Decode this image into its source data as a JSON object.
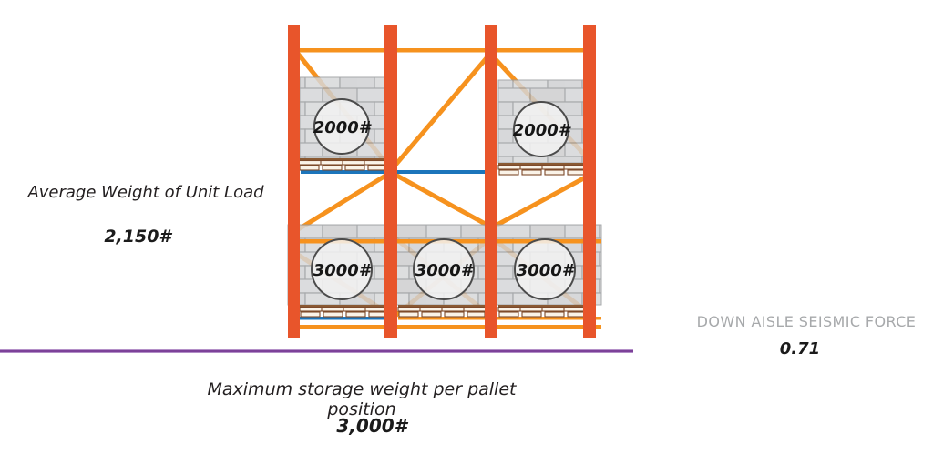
{
  "left_annotation": {
    "label": "Average Weight of Unit Load",
    "value": "2,150#"
  },
  "right_annotation": {
    "label": "DOWN AISLE SEISMIC FORCE",
    "value": "0.71"
  },
  "bottom_annotation": {
    "label": "Maximum storage weight per pallet position",
    "value": "3,000#"
  },
  "rack": {
    "upper_level_loads": [
      {
        "weight": "2000#"
      },
      {
        "weight": "2000#"
      }
    ],
    "lower_level_loads": [
      {
        "weight": "3000#"
      },
      {
        "weight": "3000#"
      },
      {
        "weight": "3000#"
      }
    ]
  },
  "colors": {
    "post_orange": "#E8552B",
    "beam_orange": "#F6921E",
    "beam_blue": "#1C75BB",
    "line_purple": "#7C4199",
    "label_gray": "#A7A9AB",
    "brick_gray": "#D2D3D5"
  }
}
